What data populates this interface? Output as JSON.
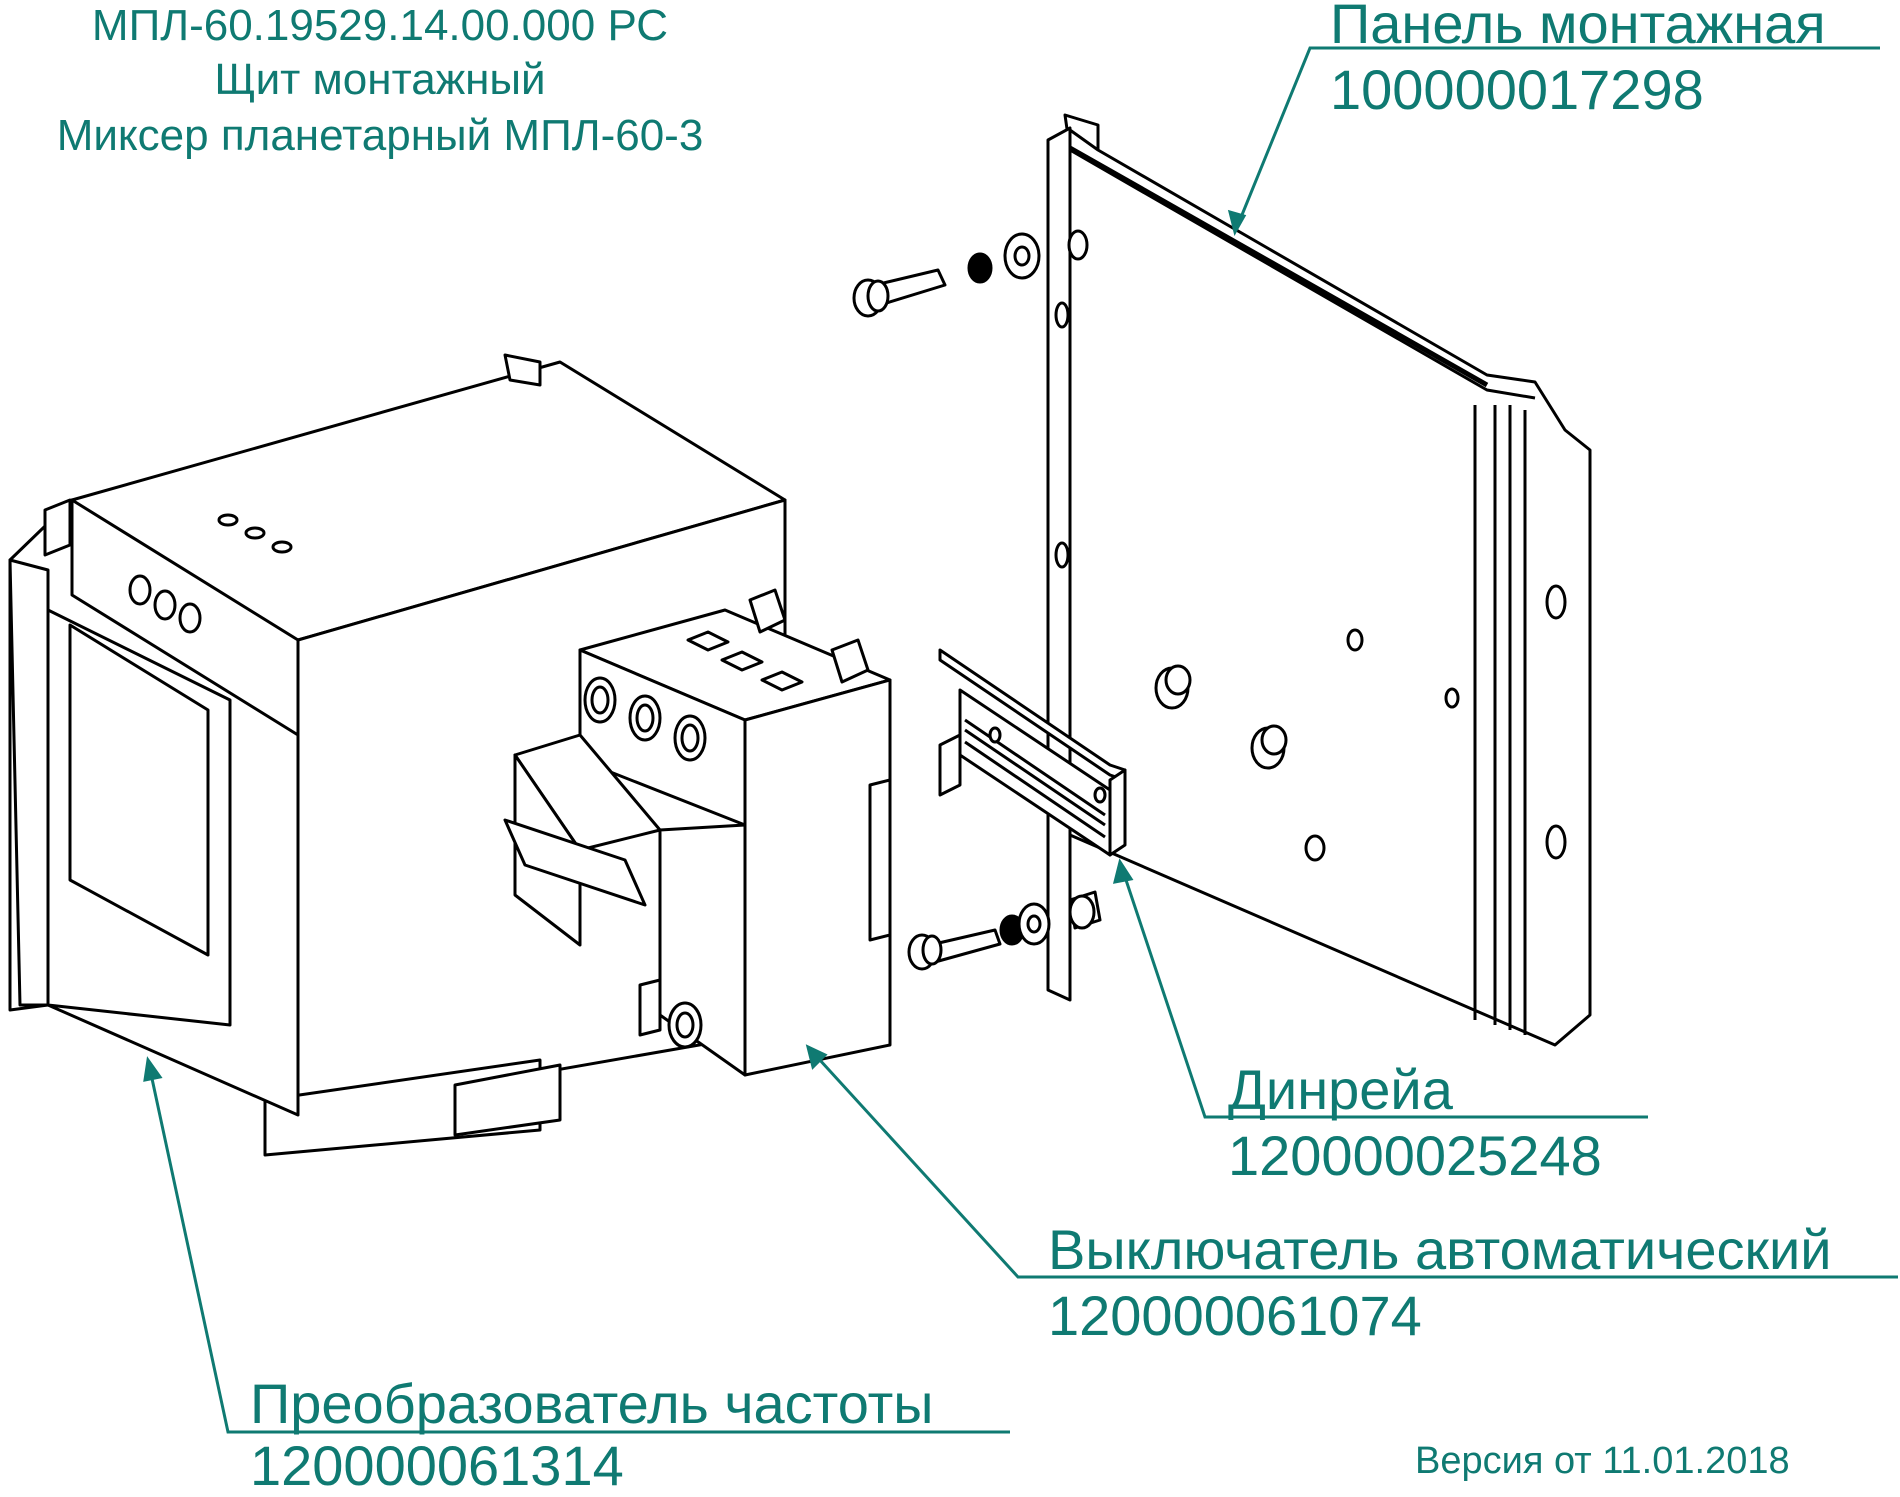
{
  "accent": "#0f7a72",
  "title": {
    "line1": "МПЛ-60.19529.14.00.000 РС",
    "line2": "Щит монтажный",
    "line3": "Миксер планетарный МПЛ-60-3"
  },
  "callouts": {
    "panel": {
      "name": "Панель монтажная",
      "code": "100000017298"
    },
    "din_rail": {
      "name": "Динрейа",
      "code": "120000025248"
    },
    "breaker": {
      "name": "Выключатель автоматический",
      "code": "120000061074"
    },
    "converter": {
      "name": "Преобразователь частоты",
      "code": "120000061314"
    }
  },
  "version": "Версия от 11.01.2018"
}
